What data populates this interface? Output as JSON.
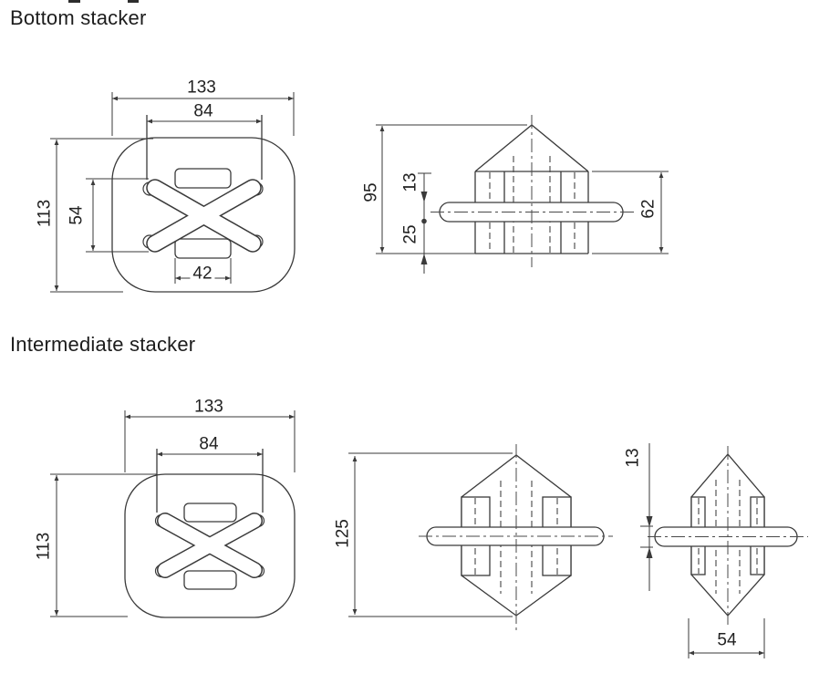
{
  "colors": {
    "background": "#ffffff",
    "line": "#3a3a3a",
    "text": "#1c1c1c"
  },
  "sections": [
    {
      "title": "Bottom stacker"
    },
    {
      "title": "Intermediate stacker"
    }
  ],
  "dims": {
    "bottom_plan": {
      "width": "133",
      "inner_width": "84",
      "height": "113",
      "inner_height": "54",
      "slot_width": "42"
    },
    "bottom_side": {
      "overall_height": "95",
      "bar_thickness": "13",
      "bottom_offset": "25",
      "body_height": "62"
    },
    "intermediate_plan": {
      "width": "133",
      "inner_width": "84",
      "height": "113"
    },
    "intermediate_front": {
      "overall_height": "125"
    },
    "intermediate_side": {
      "bar_thickness": "13",
      "width": "54"
    }
  }
}
